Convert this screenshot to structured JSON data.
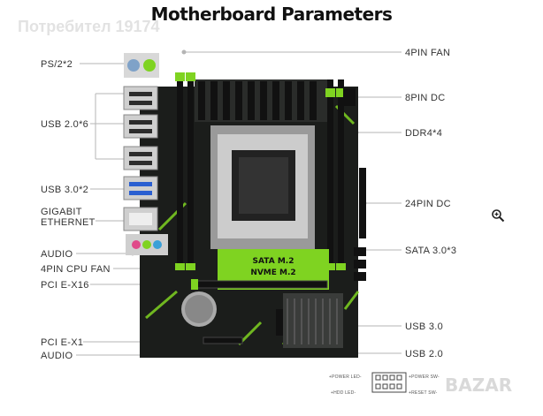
{
  "title": "Motherboard Parameters",
  "watermark": "Потребител 19174",
  "left_labels": {
    "ps2": "PS/2*2",
    "usb20": "USB 2.0*6",
    "usb30": "USB 3.0*2",
    "gigabit_line1": "GIGABIT",
    "gigabit_line2": "ETHERNET",
    "audio": "AUDIO",
    "cpu_fan": "4PIN CPU FAN",
    "pcie16": "PCI E-X16",
    "pcie1": "PCI E-X1",
    "audio2": "AUDIO"
  },
  "right_labels": {
    "fan4": "4PIN FAN",
    "dc8": "8PIN DC",
    "ddr4": "DDR4*4",
    "dc24": "24PIN DC",
    "sata": "SATA 3.0*3",
    "usb30": "USB 3.0",
    "usb20": "USB 2.0"
  },
  "board_text": {
    "sata_m2": "SATA M.2",
    "nvme_m2": "NVME M.2"
  },
  "panel_labels": {
    "power_led_left": "+POWER LED-",
    "power_sw_right": "+POWER SW-",
    "hdd_led_left": "+HDD LED-",
    "reset_sw_right": "+RESET SW-"
  },
  "brand": "BAZAR",
  "colors": {
    "pcb": "#1b1d1b",
    "accent_green": "#7fd321",
    "heatsink": "#2a2c2a",
    "line": "#b5b5b5"
  },
  "icons": {
    "zoom": "zoom-in-icon"
  }
}
